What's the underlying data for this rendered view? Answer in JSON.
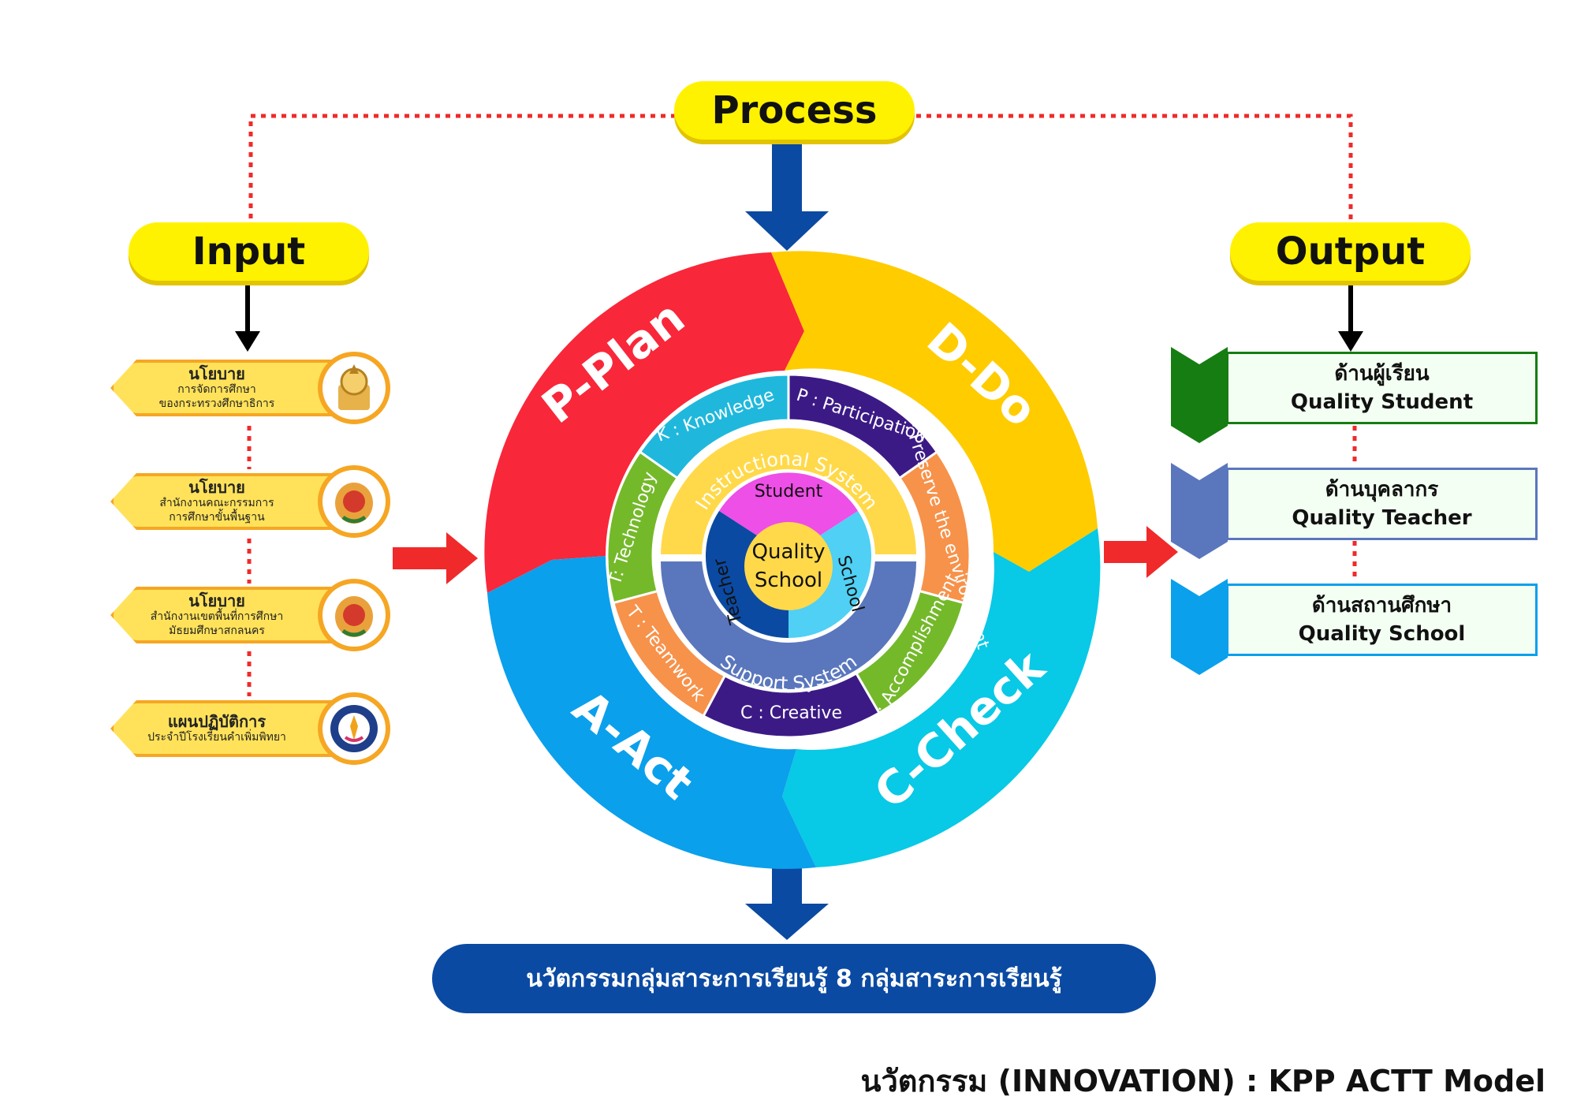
{
  "process_label": "Process",
  "input_label": "Input",
  "output_label": "Output",
  "inputs": [
    {
      "title": "นโยบาย",
      "line1": "การจัดการศึกษา",
      "line2": "ของกระทรวงศึกษาธิการ"
    },
    {
      "title": "นโยบาย",
      "line1": "สำนักงานคณะกรรมการ",
      "line2": "การศึกษาขั้นพื้นฐาน"
    },
    {
      "title": "นโยบาย",
      "line1": "สำนักงานเขตพื้นที่การศึกษา",
      "line2": "มัธยมศึกษาสกลนคร"
    },
    {
      "title": "แผนปฏิบัติการ",
      "line1": "ประจำปีโรงเรียนคำเพิ่มพิทยา",
      "line2": ""
    }
  ],
  "outputs": [
    {
      "thai": "ด้านผู้เรียน",
      "english": "Quality Student",
      "color": "#167d12"
    },
    {
      "thai": "ด้านบุคลากร",
      "english": "Quality Teacher",
      "color": "#5a77bd"
    },
    {
      "thai": "ด้านสถานศึกษา",
      "english": "Quality School",
      "color": "#0aa0ec"
    }
  ],
  "pdca": {
    "plan": {
      "label": "P-Plan",
      "color": "#f9273a"
    },
    "do": {
      "label": "D-Do",
      "color": "#ffcc00"
    },
    "check": {
      "label": "C-Check",
      "color": "#08c9e6"
    },
    "act": {
      "label": "A-Act",
      "color": "#0aa0ec"
    }
  },
  "ring_segments": [
    {
      "label": "K : Knowledge",
      "color": "#1fb8dc"
    },
    {
      "label": "P : Participation",
      "color": "#3c1a86"
    },
    {
      "label": "P : Preserve the environment",
      "color": "#f7924a"
    },
    {
      "label": "A : Accomplishment",
      "color": "#74b92a"
    },
    {
      "label": "C : Creative",
      "color": "#3c1a86"
    },
    {
      "label": "T : Teamwork",
      "color": "#f7924a"
    },
    {
      "label": "T: Technology",
      "color": "#74b92a"
    }
  ],
  "systems": {
    "instructional": "Instructional System",
    "support": "Support System"
  },
  "core": {
    "student": "Student",
    "teacher": "Teacher",
    "school": "School",
    "center_line1": "Quality",
    "center_line2": "School"
  },
  "banner": "นวัตกรรมกลุ่มสาระการเรียนรู้ 8 กลุ่มสาระการเรียนรู้",
  "footer": "นวัตกรรม (INNOVATION) : KPP ACTT Model"
}
